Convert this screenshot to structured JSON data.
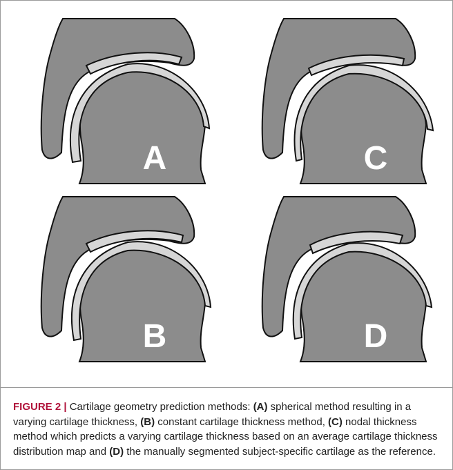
{
  "figure": {
    "panels": [
      {
        "letter": "A",
        "method": "spherical"
      },
      {
        "letter": "C",
        "method": "nodal"
      },
      {
        "letter": "B",
        "method": "constant"
      },
      {
        "letter": "D",
        "method": "manual"
      }
    ],
    "caption": {
      "label": "FIGURE 2 |",
      "intro": " Cartilage geometry prediction methods: ",
      "a_tag": "(A)",
      "a_text": " spherical method resulting in a varying cartilage thickness, ",
      "b_tag": "(B)",
      "b_text": " constant cartilage thickness method, ",
      "c_tag": "(C)",
      "c_text": " nodal thickness method which predicts a varying cartilage thickness based on an average cartilage thickness distribution map and ",
      "d_tag": "(D)",
      "d_text": " the manually segmented subject-specific cartilage as the reference."
    },
    "colors": {
      "bone": "#8c8c8c",
      "cartilage": "#d6d6d6",
      "outline": "#111111",
      "label": "#ffffff",
      "caption_label": "#b0123a"
    }
  }
}
